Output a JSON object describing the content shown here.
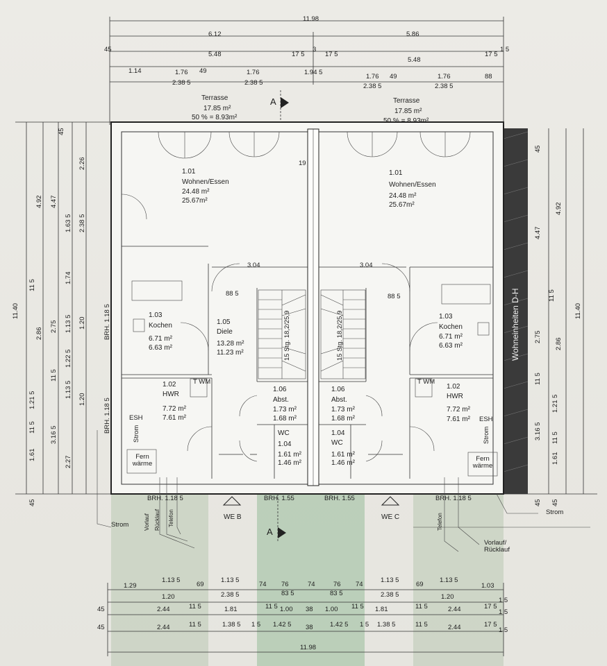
{
  "plan": {
    "total_width": "11.98",
    "top_dims": {
      "row1": [
        "6.12",
        "5.86"
      ],
      "row2": [
        "45",
        "5.48",
        "17 5",
        "3",
        "17 5",
        "5.48",
        "17 5",
        "1 5"
      ],
      "row3": [
        "1.14",
        "1.76",
        "2.38 5",
        "49",
        "1.76",
        "2.38 5",
        "1.94 5",
        "1.76",
        "2.38 5",
        "49",
        "1.76",
        "2.38 5",
        "88"
      ]
    },
    "terrace_left": {
      "name": "Terrasse",
      "area": "17.85 m²",
      "half": "50 % = 8.93m²"
    },
    "terrace_right": {
      "name": "Terrasse",
      "area": "17.85 m²",
      "half": "50 % = 8.93m²"
    },
    "section_marker": "A",
    "wall_gap": "19",
    "left_unit": {
      "living": {
        "num": "1.01",
        "name": "Wohnen/Essen",
        "a1": "24.48 m²",
        "a2": "25.67m²"
      },
      "kitchen": {
        "num": "1.03",
        "name": "Kochen",
        "a1": "6.71 m²",
        "a2": "6.63 m²"
      },
      "hall": {
        "num": "1.05",
        "name": "Diele",
        "a1": "13.28 m²",
        "a2": "11.23 m²"
      },
      "hwr": {
        "num": "1.02",
        "name": "HWR",
        "a1": "7.72 m²",
        "a2": "7.61 m²"
      },
      "abst": {
        "num": "1.06",
        "name": "Abst.",
        "a1": "1.73 m²",
        "a2": "1.68 m²"
      },
      "wc": {
        "num": "1.04",
        "name": "WC",
        "a1": "1.61 m²",
        "a2": "1.46 m²"
      },
      "stairs": "15 Stg. 18,2/25,9",
      "fern": "Fern wärme",
      "esh": "ESH",
      "strom_box": "Strom",
      "twm": "T WM",
      "dim_304": "3.04",
      "dim_88": "88 5",
      "brh_1": "BRH. 1.18 5",
      "brh_2": "BRH. 1.18 5",
      "brh_bottom": "BRH. 1.18 5",
      "brh_door": "BRH. 1.55",
      "entrance": "WE B"
    },
    "right_unit": {
      "living": {
        "num": "1.01",
        "name": "Wohnen/Essen",
        "a1": "24.48 m²",
        "a2": "25.67m²"
      },
      "kitchen": {
        "num": "1.03",
        "name": "Kochen",
        "a1": "6.71 m²",
        "a2": "6.63 m²"
      },
      "hwr": {
        "num": "1.02",
        "name": "HWR",
        "a1": "7.72 m²",
        "a2": "7.61 m²"
      },
      "abst": {
        "num": "1.06",
        "name": "Abst.",
        "a1": "1.73 m²",
        "a2": "1.68 m²"
      },
      "wc": {
        "num": "1.04",
        "name": "WC",
        "a1": "1.61 m²",
        "a2": "1.46 m²"
      },
      "stairs": "15 Stg. 18,2/25,9",
      "fern": "Fern wärme",
      "esh": "ESH",
      "strom_box": "Strom",
      "twm": "T WM",
      "dim_304": "3.04",
      "dim_88": "88 5",
      "brh_bottom": "BRH. 1.18 5",
      "brh_door": "BRH. 1.55",
      "entrance": "WE C"
    },
    "neighbor_label": "Wohneinheiten D-H",
    "left_dims": {
      "outer": "11.40",
      "col2": [
        "4.92",
        "2.86",
        "3.16 5"
      ],
      "col3": [
        "45",
        "4.47",
        "11 5",
        "2.75",
        "11 5",
        "1.21 5",
        "11 5",
        "1.61",
        "45"
      ],
      "col4": [
        "1.63 5",
        "1.74",
        "1.13 5",
        "1.22 5",
        "1.13 5",
        "2.27"
      ],
      "col5": [
        "2.26",
        "2.38 5",
        "1.20",
        "1.20"
      ]
    },
    "right_dims": {
      "outer": "11.40",
      "col2": [
        "4.92",
        "2.86"
      ],
      "col3": [
        "45",
        "4.47",
        "11 5",
        "2.75",
        "11 5",
        "1.21 5",
        "11 5",
        "3.16 5",
        "1.61",
        "45",
        "45"
      ]
    },
    "bottom_dims": {
      "row1": [
        "1.29",
        "1.13 5",
        "69",
        "1.13 5",
        "74",
        "76",
        "74",
        "76",
        "74",
        "1.13 5",
        "69",
        "1.13 5",
        "1.03"
      ],
      "row2": [
        "1.20",
        "2.38 5",
        "83 5",
        "83 5",
        "2.38 5",
        "1.20",
        "1 5"
      ],
      "row3": [
        "45",
        "2.44",
        "11 5",
        "1.81",
        "11 5",
        "1.00",
        "38",
        "1.00",
        "11 5",
        "1.81",
        "11 5",
        "2.44",
        "17 5",
        "1 5"
      ],
      "row4": [
        "45",
        "2.44",
        "11 5",
        "1.38 5",
        "1 5",
        "1.42 5",
        "38",
        "1.42 5",
        "1 5",
        "1.38 5",
        "11 5",
        "2.44",
        "17 5",
        "1 5"
      ],
      "total": "11.98"
    },
    "utility_left": [
      "Strom",
      "Vorlauf",
      "Rücklauf",
      "Telefon"
    ],
    "utility_right": [
      "Telefon",
      "Vorlauf/ Rücklauf",
      "Strom"
    ]
  }
}
